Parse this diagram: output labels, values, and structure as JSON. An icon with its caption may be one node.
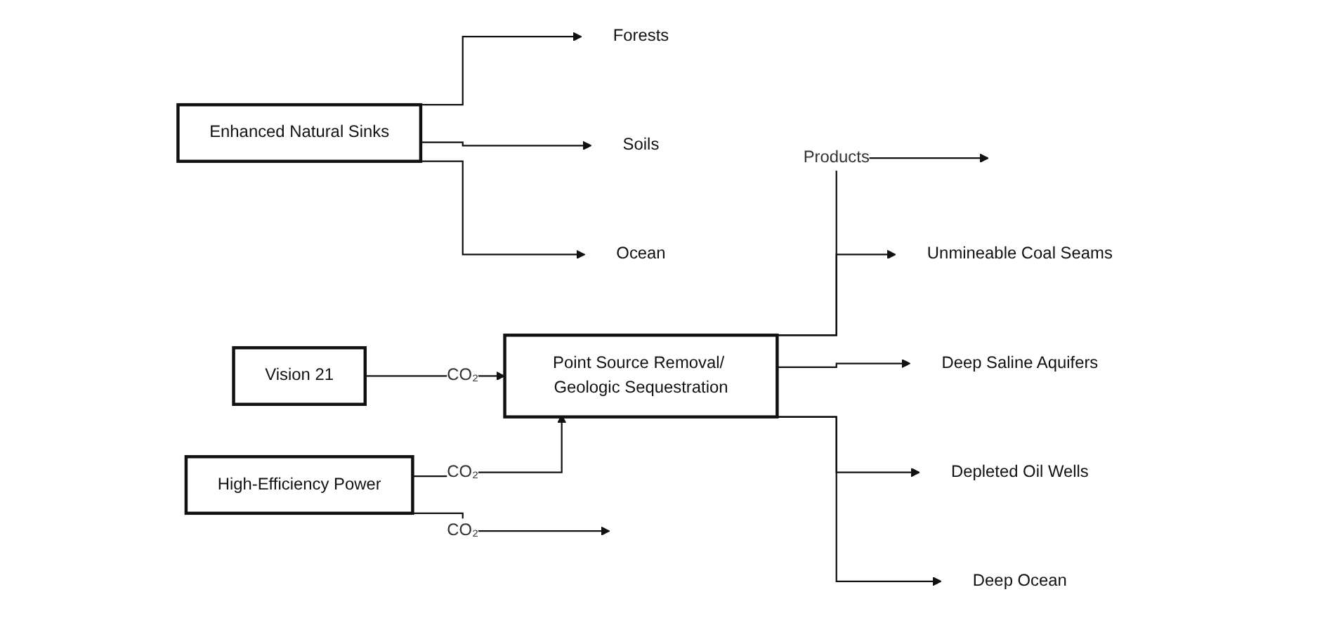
{
  "diagram": {
    "nodes": [
      {
        "text": [
          "Enhanced Natural Sinks"
        ]
      },
      {
        "text": [
          "Forests"
        ]
      },
      {
        "text": [
          "Soils"
        ]
      },
      {
        "text": [
          "Ocean"
        ]
      },
      {
        "text": [
          "High-Efficiency Power"
        ]
      },
      {
        "text": [
          "Vision 21"
        ]
      },
      {
        "text": [
          "Point Source Removal/ Geologic Sequestration"
        ]
      },
      {
        "text": [
          "Unmineable Coal Seams"
        ]
      },
      {
        "text": [
          "Deep Saline Aquifers"
        ]
      },
      {
        "text": [
          "Depleted Oil Wells"
        ]
      },
      {
        "text": [
          "Deep Ocean"
        ]
      }
    ],
    "edges": [
      {
        "from": 0,
        "to": 1,
        "arrow": "to"
      },
      {
        "from": 0,
        "to": 2,
        "arrow": "to"
      },
      {
        "from": 0,
        "to": 3,
        "arrow": "to"
      },
      {
        "from": 4,
        "to": null,
        "arrow": "to",
        "label": "CO₂"
      },
      {
        "from": 5,
        "to": 6,
        "arrow": "to",
        "label": "CO₂"
      },
      {
        "from": 4,
        "to": 6,
        "arrow": "to",
        "label": "CO₂"
      },
      {
        "from": 6,
        "to": null,
        "arrow": "to",
        "label": "Products"
      },
      {
        "from": 6,
        "to": 7,
        "arrow": "to"
      },
      {
        "from": 6,
        "to": 8,
        "arrow": "to"
      },
      {
        "from": 6,
        "to": 9,
        "arrow": "to"
      },
      {
        "from": 6,
        "to": 10,
        "arrow": "to"
      }
    ]
  }
}
